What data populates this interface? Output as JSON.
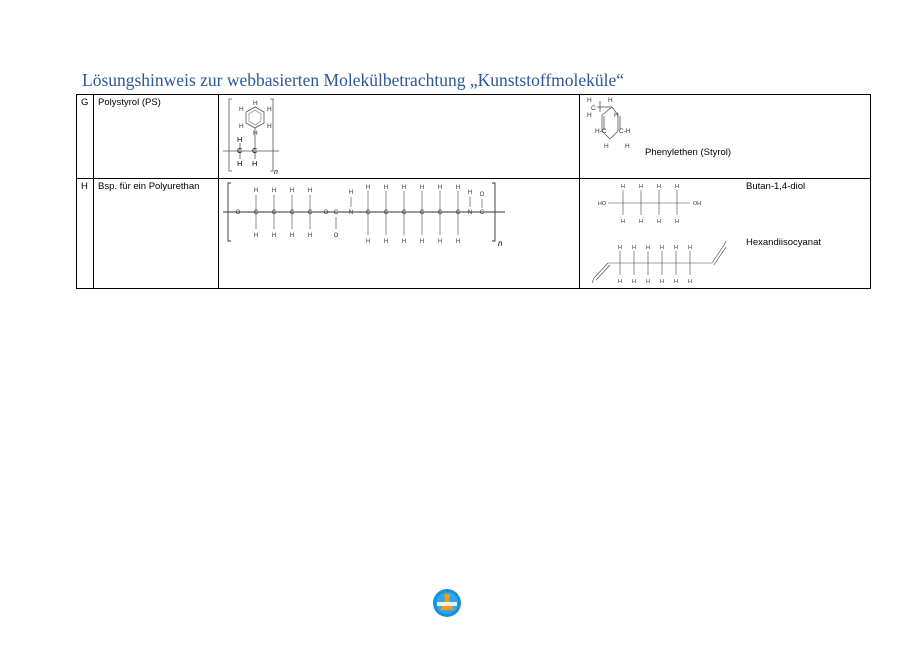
{
  "document": {
    "title": "Lösungshinweis zur webbasierten Molekülbetrachtung „Kunststoffmoleküle“"
  },
  "table": {
    "rows": [
      {
        "letter": "G",
        "name": "Polystyrol (PS)",
        "monomers": [
          {
            "label": "Phenylethen (Styrol)"
          }
        ]
      },
      {
        "letter": "H",
        "name": "Bsp. für ein Polyurethan",
        "monomers": [
          {
            "label": "Butan-1,4-diol"
          },
          {
            "label": "Hexandiisocyanat"
          }
        ]
      }
    ]
  },
  "formula": {
    "H": "H",
    "C": "C",
    "O": "O",
    "N": "N",
    "HO": "HO",
    "OH": "OH",
    "HC": "H-C",
    "CH": "C-H",
    "n": "n"
  },
  "footer": {
    "logo_icon": "chemistry-flask-logo-icon"
  }
}
